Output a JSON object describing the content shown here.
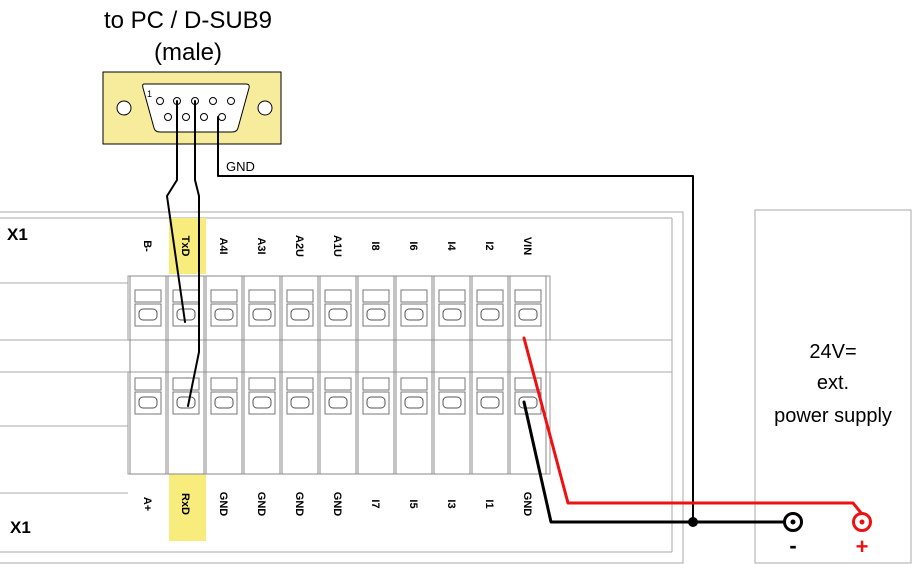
{
  "connector": {
    "title_line1": "to PC / D-SUB9",
    "title_line2": "(male)",
    "pin1_label": "1",
    "gnd_label": "GND",
    "body_color": "#f7ec9c"
  },
  "terminal_block": {
    "label_top": "X1",
    "label_bottom": "X1",
    "top_pins": [
      "B-",
      "TxD",
      "A4I",
      "A3I",
      "A2U",
      "A1U",
      "I8",
      "I6",
      "I4",
      "I2",
      "VIN"
    ],
    "bottom_pins": [
      "A+",
      "RxD",
      "GND",
      "GND",
      "GND",
      "GND",
      "I7",
      "I5",
      "I3",
      "I1",
      "GND"
    ],
    "highlight_color": "#f7ec7c"
  },
  "power_supply": {
    "line1": "24V=",
    "line2": "ext.",
    "line3": "power supply",
    "minus_label": "-",
    "plus_label": "+"
  },
  "colors": {
    "wire_black": "#000000",
    "wire_red": "#ee1111"
  }
}
